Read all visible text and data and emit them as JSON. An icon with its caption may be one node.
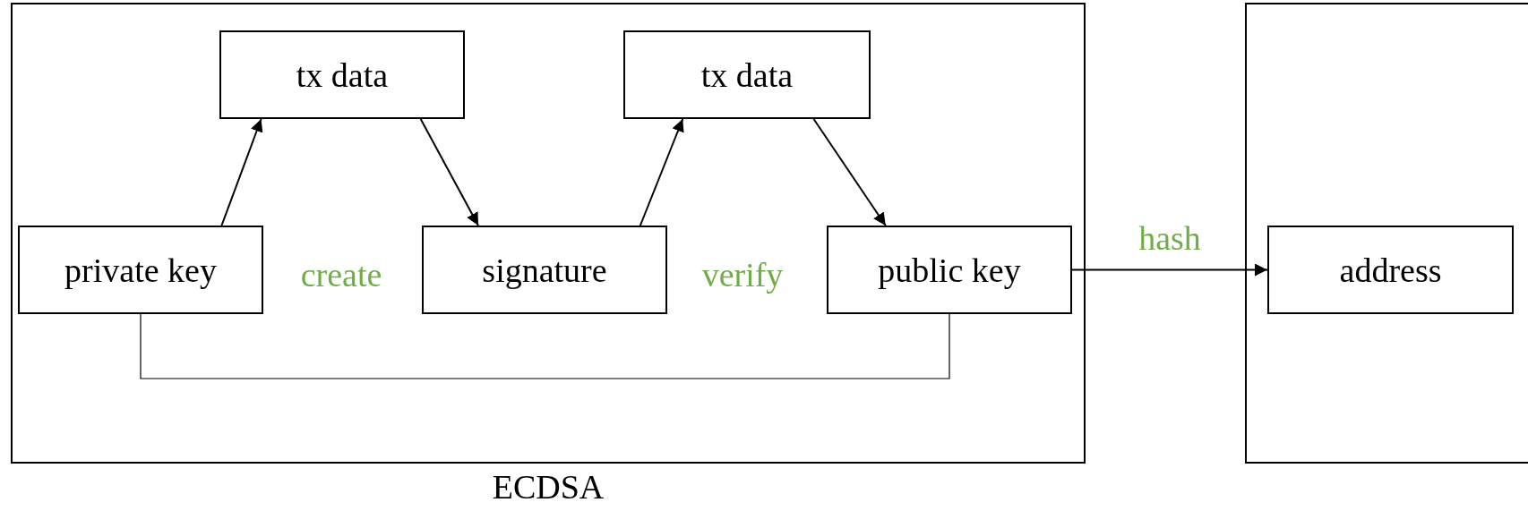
{
  "diagram": {
    "nodes": [
      {
        "text": [
          "ECDSA"
        ]
      },
      {
        "text": [
          "tx data"
        ],
        "in": 0
      },
      {
        "text": [
          "tx data"
        ],
        "in": 0
      },
      {
        "text": [
          "private key"
        ],
        "in": 0
      },
      {
        "text": [
          "signature"
        ],
        "in": 0
      },
      {
        "text": [
          "public key"
        ],
        "in": 0
      },
      {
        "text": [],
        "shape": "box"
      },
      {
        "text": [
          "address"
        ],
        "in": 6
      }
    ],
    "edges": [
      {
        "from": 3,
        "to": 1,
        "arrow": "to"
      },
      {
        "from": 1,
        "to": 4,
        "arrow": "to"
      },
      {
        "from": 4,
        "to": 2,
        "arrow": "to"
      },
      {
        "from": 2,
        "to": 5,
        "arrow": "to"
      },
      {
        "from": 5,
        "to": 7,
        "arrow": "to",
        "label": "hash"
      },
      {
        "from": 3,
        "to": 5,
        "arrow": "none"
      }
    ],
    "labels": [
      "create",
      "verify"
    ]
  }
}
